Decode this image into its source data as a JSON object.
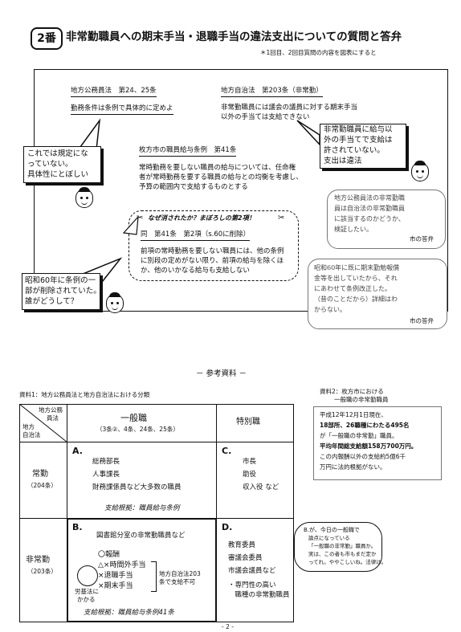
{
  "header": {
    "badge": "2番",
    "title": "非常勤職員への期末手当・退職手当の違法支出についての質問と答弁",
    "note": "＊1回目、2回目質問の内容を図表にすると"
  },
  "diagram": {
    "chihou_koumuin": {
      "heading": "地方公務員法　第24、25条",
      "text": "勤務条件は条例で具体的に定めよ"
    },
    "chihou_jichi": {
      "heading": "地方自治法　第203条（非常勤）",
      "line1": "非常勤職員には議会の議員に対する期末手当",
      "line2": "以外の手当ては支給できない"
    },
    "ordinance": {
      "heading": "枚方市の職員給与条例　第41条",
      "line1": "常時勤務を要しない職員の給与については、任命権",
      "line2": "者が常時勤務を要する職員の給与との均衡を考慮し、",
      "line3": "予算の範囲内で支給するものとする"
    },
    "erased": {
      "banner": "なぜ消されたか？まぼろしの第2項！",
      "heading": "同　第41条　第2項（s.60に削除）",
      "line1": "前項の常時勤務を要しない職員には、他の条例",
      "line2": "に別段の定めがない限り、前項の給与を除くほ",
      "line3": "か、他のいかなる給与も支給しない"
    },
    "callout_left1": {
      "line1": "これでは規定にな",
      "line2": "っていない。",
      "line3": "具体性にとぼしい"
    },
    "callout_right1": {
      "line1": "非常勤職員に給与以",
      "line2": "外の手当てで支給は",
      "line3": "許されていない。",
      "line4": "支出は違法"
    },
    "callout_left2": {
      "line1": "昭和60年に条例の一",
      "line2": "部が削除されていた。",
      "line3": "誰がどうして？"
    },
    "answer1": {
      "line1": "地方公務員法の非常勤職",
      "line2": "員は自治法の非常勤職員",
      "line3": "に該当するのかどうか、",
      "line4": "検証したい。",
      "sign": "市の答弁"
    },
    "answer2": {
      "line1": "昭和60年に既に期末勤勉報償",
      "line2": "金等を出していたから、それ",
      "line3": "にあわせて条例改正した。",
      "line4": "（昔のことだから）詳細はわ",
      "line5": "からない。",
      "sign": "市の答弁"
    }
  },
  "reference": {
    "title": "－ 参考資料 －",
    "material1": "資料1：地方公務員法と地方自治法における分類",
    "corner_top": "地方公務",
    "corner_top2": "員法",
    "corner_bottom": "地方",
    "corner_bottom2": "自治法",
    "col1": "一般職",
    "col1_sub": "（3条②、4条、24条、25条）",
    "col2": "特別職",
    "row1": "常勤",
    "row1_sub": "（204条）",
    "row2": "非常勤",
    "row2_sub": "（203条）",
    "a": {
      "label": "A.",
      "items": [
        "総務部長",
        "人事課長",
        "財務課係員など大多数の職員"
      ],
      "basis": "支給根拠：職員給与条例"
    },
    "c": {
      "label": "C.",
      "items": [
        "市長",
        "助役",
        "収入役 など"
      ]
    },
    "b": {
      "label": "B.",
      "head": "図書館分室の非常勤職員など",
      "items": [
        "〇報酬",
        "△×時間外手当",
        "×退職手当",
        "×期末手当"
      ],
      "note1": "地方自治法203",
      "note2": "条で支給不可",
      "rou1": "労基法に",
      "rou2": "かかる",
      "basis": "支給根拠：職員給与条例41条"
    },
    "d": {
      "label": "D.",
      "items": [
        "教育委員",
        "審議会委員",
        "市議会議員など",
        "・専門性の高い",
        "　職種の非常勤職員"
      ]
    },
    "bubble": {
      "line1": "B.が、今日の一般職で",
      "line2": "論点になっている",
      "line3": "「一般職の非常勤」職員か。",
      "line4": "実は、この者も市もまだ定か",
      "line5": "ってれ。ややこしいね。法律は。"
    },
    "material2": {
      "title1": "資料2：枚方市における",
      "title2": "一般職の非常勤職員",
      "lines": [
        "平成12年12月1日現在、",
        "18部所、26職種にわたる495名",
        "が「一般職の非常勤」職員。",
        "平均年間総支給額158万700万円。",
        "この内報酬以外の支給約5億6千",
        "万円に法的根拠がない。"
      ]
    },
    "page": "- 2 -"
  }
}
